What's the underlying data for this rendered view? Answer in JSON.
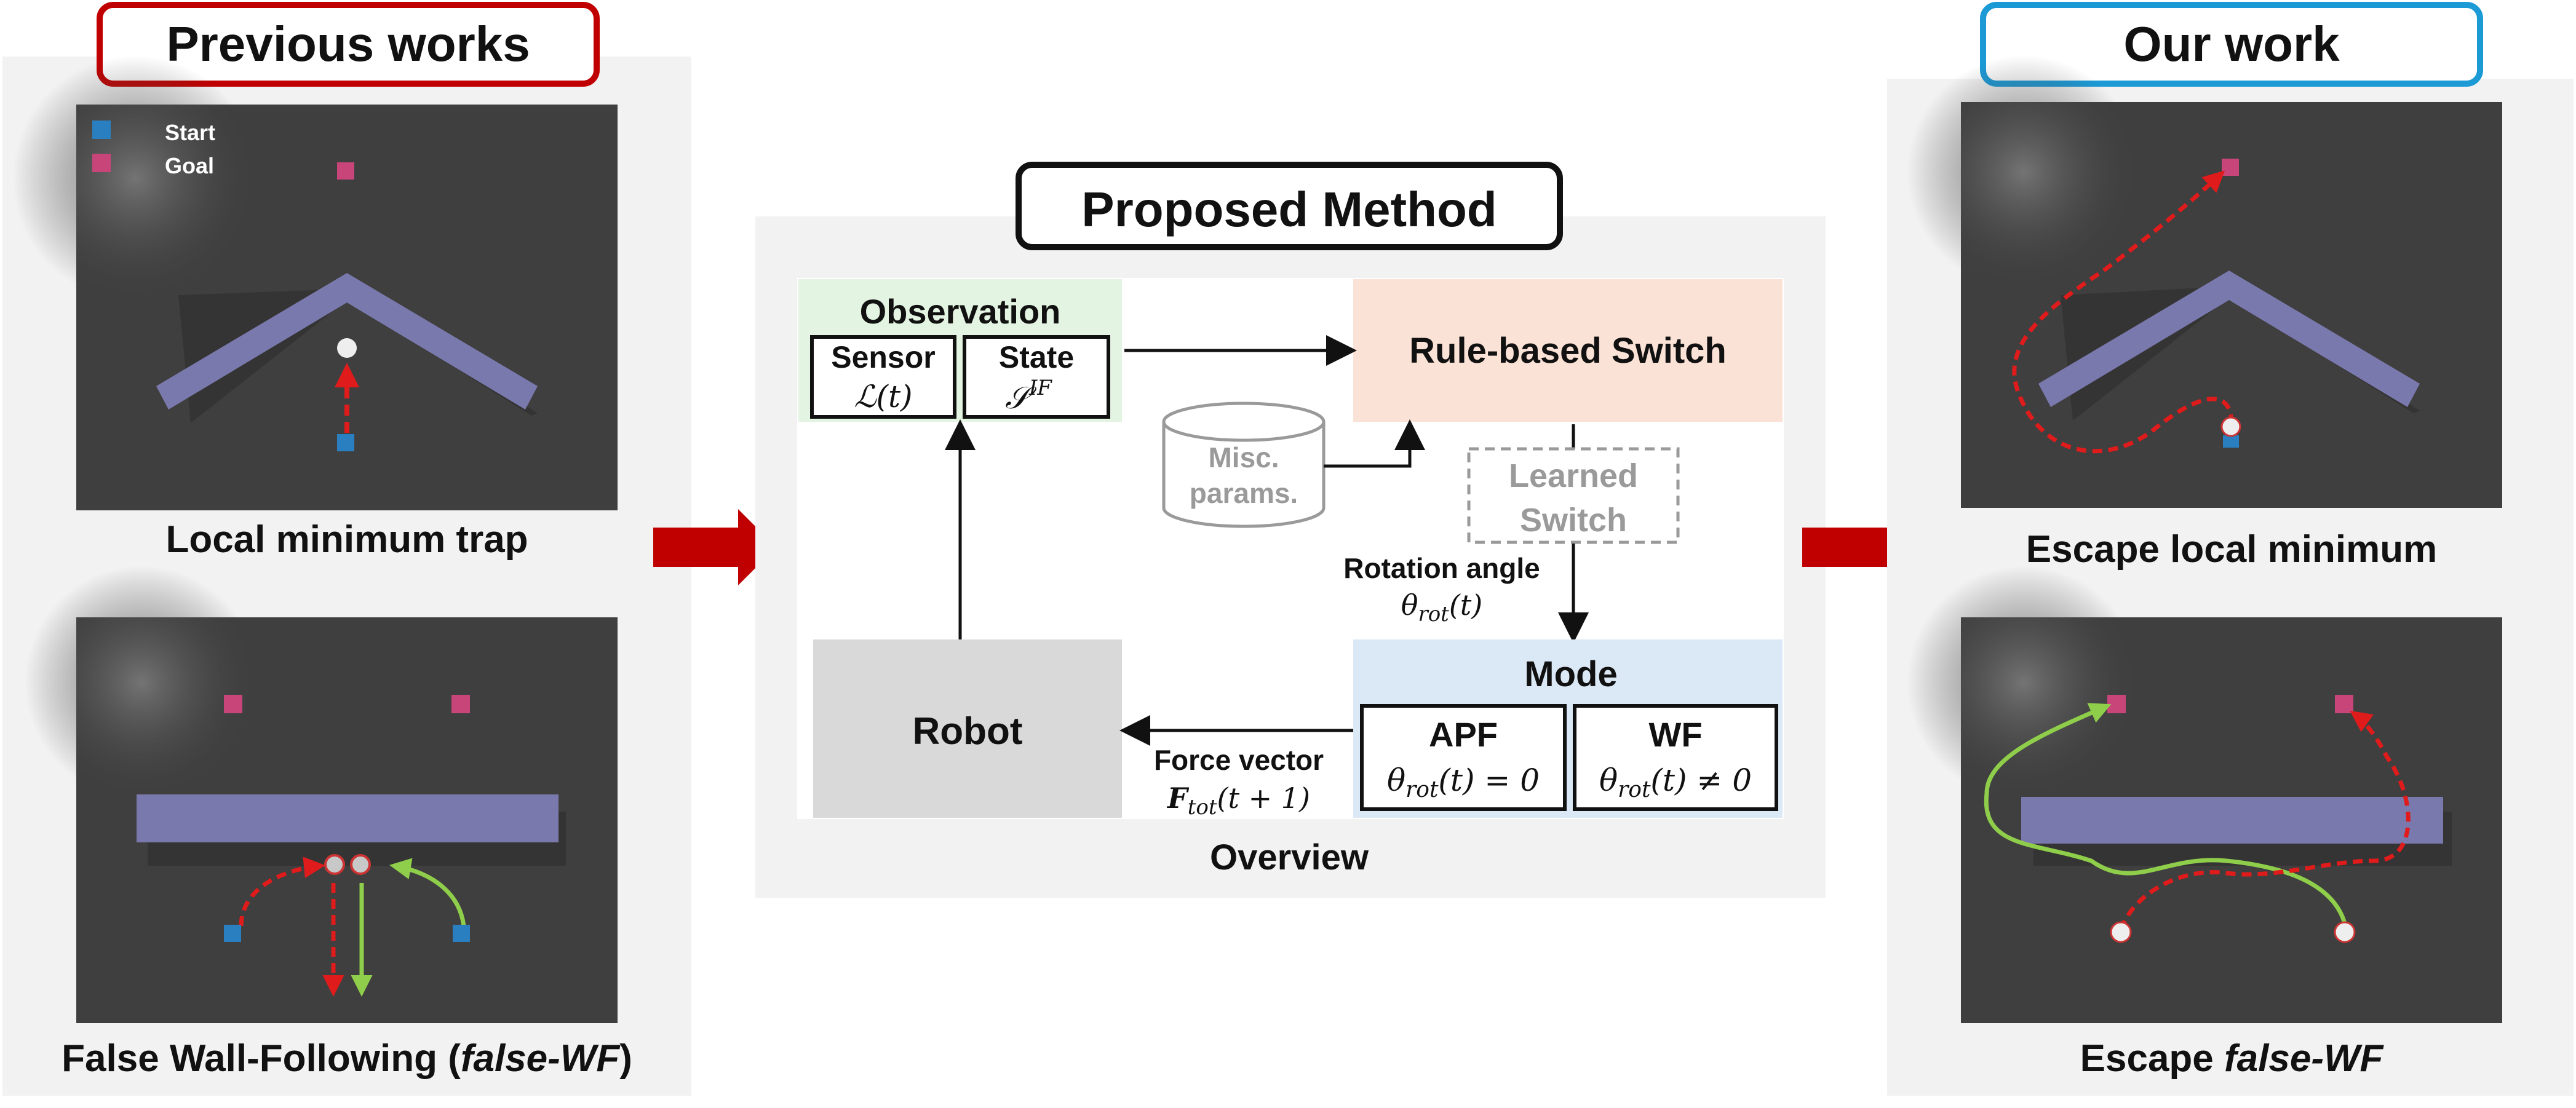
{
  "headers": {
    "previous": "Previous works",
    "proposed": "Proposed Method",
    "ours": "Our work"
  },
  "previous": {
    "legend_start": "Start",
    "legend_goal": "Goal",
    "caption1": "Local minimum trap",
    "caption2_prefix": "False Wall-Following (",
    "caption2_italic": "false-WF",
    "caption2_suffix": ")"
  },
  "ours": {
    "caption1": "Escape local minimum",
    "caption2_prefix": "Escape ",
    "caption2_italic": "false-WF"
  },
  "method": {
    "observation": "Observation",
    "sensor": "Sensor",
    "sensor_math": "ℒ(t)",
    "state": "State",
    "state_math_base": "𝒮",
    "state_math_sup": "IF",
    "rule_switch": "Rule-based Switch",
    "misc_line1": "Misc.",
    "misc_line2": "params.",
    "learned_line1": "Learned",
    "learned_line2": "Switch",
    "rotation_label": "Rotation angle",
    "rotation_math_base": "θ",
    "rotation_math_sub": "rot",
    "rotation_math_tail": "(t)",
    "mode": "Mode",
    "apf": "APF",
    "apf_math_base": "θ",
    "apf_math_sub": "rot",
    "apf_math_tail": "(t) = 0",
    "wf": "WF",
    "wf_math_base": "θ",
    "wf_math_sub": "rot",
    "wf_math_tail": "(t) ≠ 0",
    "robot": "Robot",
    "force_label": "Force vector",
    "force_math_base": "F",
    "force_math_sub": "tot",
    "force_math_tail": "(t + 1)",
    "overview": "Overview"
  },
  "colors": {
    "previous_border": "#c00000",
    "ours_border": "#1b9ad6",
    "scene_bg": "#3f3f3f",
    "wall": "#7a79ad",
    "start": "#2a7fc0",
    "goal": "#c8457a",
    "path_red": "#e01b1b",
    "path_green": "#8fce4a",
    "arrow_red": "#c00000",
    "observation_bg": "#e4f4e2",
    "rule_bg": "#fbe2d6",
    "mode_bg": "#dbe8f5",
    "robot_bg": "#d9d9d9"
  }
}
